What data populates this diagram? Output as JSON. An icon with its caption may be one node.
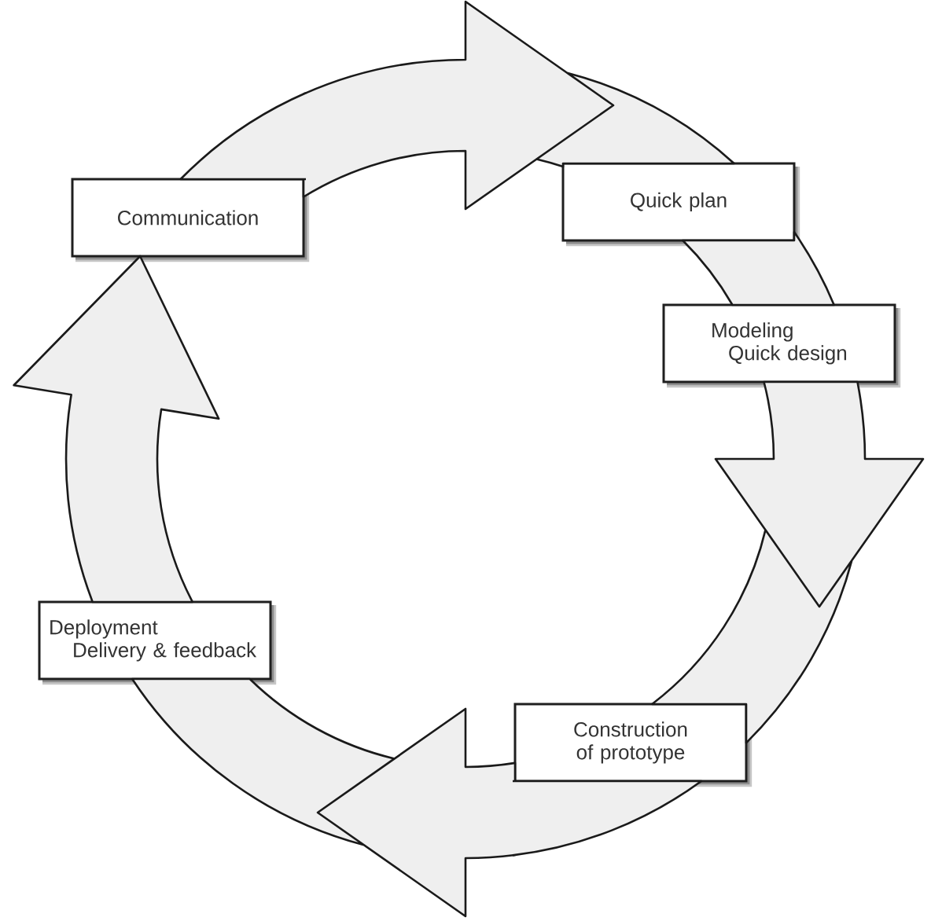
{
  "diagram": {
    "nodes": [
      {
        "text": [
          "Communication"
        ]
      },
      {
        "text": [
          "Quick plan"
        ]
      },
      {
        "text": [
          "Modeling",
          "Quick design"
        ]
      },
      {
        "text": [
          "Construction of prototype"
        ]
      },
      {
        "text": [
          "Deployment",
          "Delivery & feedback"
        ]
      }
    ],
    "edges": [
      {
        "from": 0,
        "to": 1,
        "arrow": "to"
      },
      {
        "from": 1,
        "to": 2,
        "arrow": "none"
      },
      {
        "from": 2,
        "to": 3,
        "arrow": "to"
      },
      {
        "from": 3,
        "to": 4,
        "arrow": "to"
      },
      {
        "from": 4,
        "to": 0,
        "arrow": "to"
      }
    ]
  }
}
